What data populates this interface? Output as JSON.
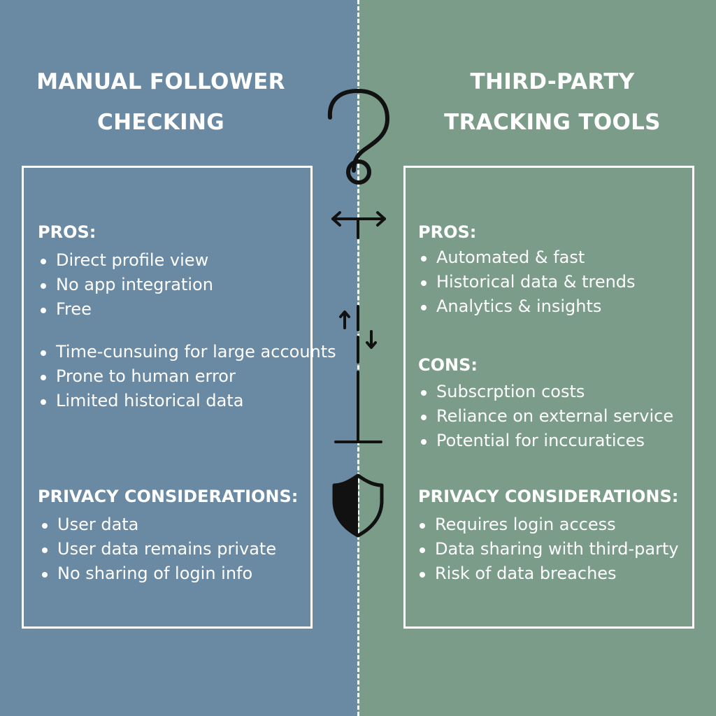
{
  "left": {
    "title": "MANUAL FOLLOWER CHECKING",
    "pros_heading": "PROS:",
    "pros": [
      "Direct profile view",
      "No app integration",
      "Free"
    ],
    "cons": [
      "Time-cunsuing for large accounts",
      "Prone to human error",
      "Limited historical data"
    ],
    "privacy_heading": "PRIVACY CONSIDERATIONS:",
    "privacy": [
      "User data",
      "User data remains private",
      "No sharing of login info"
    ]
  },
  "right": {
    "title": "THIRD-PARTY TRACKING TOOLS",
    "pros_heading": "PROS:",
    "pros": [
      "Automated & fast",
      "Historical data & trends",
      "Analytics & insights"
    ],
    "cons_heading": "CONS:",
    "cons": [
      "Subscrption costs",
      "Reliance on external service",
      "Potential for inccuratices"
    ],
    "privacy_heading": "PRIVACY CONSIDERATIONS:",
    "privacy": [
      "Requires login access",
      "Data sharing with third-party",
      "Risk of data breaches"
    ]
  },
  "colors": {
    "left_bg": "#6a89a2",
    "right_bg": "#7a9c89",
    "foreground": "#ffffff",
    "icon": "#111111"
  },
  "icons": [
    "question-mark-icon",
    "horizontal-arrows-icon",
    "vertical-arrows-icon",
    "shield-icon"
  ]
}
